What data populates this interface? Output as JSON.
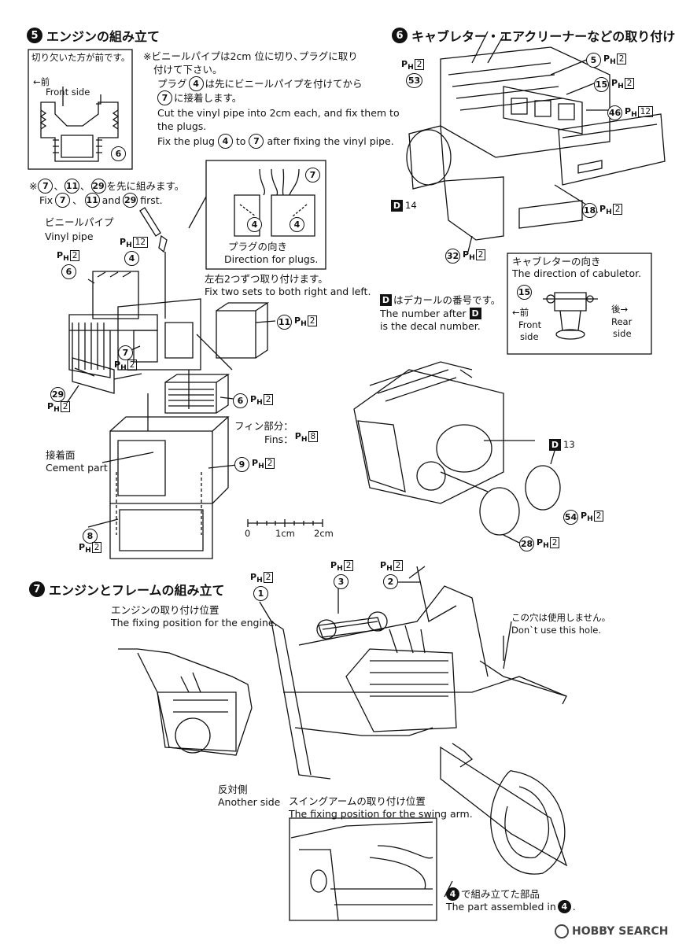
{
  "step5": {
    "number": "5",
    "title": "エンジンの組み立て"
  },
  "step6": {
    "number": "6",
    "title": "キャブレター・エアクリーナーなどの取り付け"
  },
  "step7": {
    "number": "7",
    "title": "エンジンとフレームの組み立て"
  },
  "front_box": {
    "jp": "切り欠いた方が前です。",
    "arrow": "←前",
    "en": "Front side",
    "part": "6"
  },
  "vinyl_note": {
    "jp1": "※ビニールパイプは2cm 位に切り､プラグに取り",
    "jp2": "付けて下さい。",
    "jp3_pre": "プラグ",
    "jp3_part": "4",
    "jp3_post": "は先にビニールパイプを付けてから",
    "jp4_part": "7",
    "jp4_post": "に接着します。",
    "en1": "Cut the vinyl pipe into 2cm each, and fix them to",
    "en2": "the plugs.",
    "en3_pre": "Fix the plug",
    "en3_part1": "4",
    "en3_mid": "to",
    "en3_part2": "7",
    "en3_post": "after fixing the vinyl pipe."
  },
  "first_note": {
    "jp_mark": "※",
    "p1": "7",
    "p2": "11",
    "p3": "29",
    "jp_post": "を先に組みます。",
    "en_pre": "Fix",
    "en_and": "and",
    "en_post": "first.",
    "sep1": "、",
    "sep2": "、"
  },
  "vinyl_label": {
    "jp": "ビニールパイプ",
    "en": "Vinyl pipe"
  },
  "plug_box": {
    "p_top": "7",
    "p_l": "4",
    "p_r": "4",
    "jp": "プラグの向き",
    "en": "Direction for plugs."
  },
  "lr_note": {
    "jp": "左右2つずつ取り付けます。",
    "en": "Fix two sets to both right and left."
  },
  "fins": {
    "jp": "フィン部分：",
    "en": "Fins：",
    "ph_num": "8"
  },
  "cement": {
    "jp": "接着面",
    "en": "Cement part"
  },
  "scale": {
    "ticks": [
      "0",
      "1cm",
      "2cm"
    ]
  },
  "ph_label": "P",
  "ph_sub": "H",
  "parts5": [
    {
      "num": "4",
      "ph": "12"
    },
    {
      "num": "6",
      "ph": "2"
    },
    {
      "num": "7",
      "ph": "2"
    },
    {
      "num": "11",
      "ph": "2"
    },
    {
      "num": "29",
      "ph": "2"
    },
    {
      "num": "6",
      "ph": "2"
    },
    {
      "num": "9",
      "ph": "2"
    },
    {
      "num": "8",
      "ph": "2"
    }
  ],
  "parts6": [
    {
      "num": "53",
      "ph": "2"
    },
    {
      "num": "5",
      "ph": "2"
    },
    {
      "num": "15",
      "ph": "2"
    },
    {
      "num": "46",
      "ph": "12"
    },
    {
      "num": "18",
      "ph": "2"
    },
    {
      "num": "32",
      "ph": "2"
    },
    {
      "num": "54",
      "ph": "2"
    },
    {
      "num": "28",
      "ph": "2"
    }
  ],
  "decals": [
    {
      "d": "D",
      "num": "14"
    },
    {
      "d": "D",
      "num": "13"
    }
  ],
  "carb_box": {
    "jp": "キャブレターの向き",
    "en": "The direction of cabuletor.",
    "part": "15",
    "front_jp": "←前",
    "front_en1": "Front",
    "front_en2": "side",
    "rear_jp": "後→",
    "rear_en1": "Rear",
    "rear_en2": "side"
  },
  "decal_note": {
    "d": "D",
    "jp": "はデカールの番号です。",
    "en1": "The number after",
    "en2": "is the decal number."
  },
  "parts7": [
    {
      "num": "1",
      "ph": "2"
    },
    {
      "num": "3",
      "ph": "2"
    },
    {
      "num": "2",
      "ph": "2"
    }
  ],
  "engine_pos": {
    "jp": "エンジンの取り付け位置",
    "en": "The fixing position for the engine."
  },
  "no_hole": {
    "jp": "この穴は使用しません。",
    "en": "Don`t use this hole."
  },
  "another_side": {
    "jp": "反対側",
    "en": "Another side"
  },
  "swing_pos": {
    "jp": "スイングアームの取り付け位置",
    "en": "The fixing position for the swing arm."
  },
  "assembled": {
    "part": "4",
    "jp": "で組み立てた部品",
    "en": "The part assembled in",
    "end": "."
  },
  "watermark": {
    "text": "HOBBY SEARCH"
  }
}
